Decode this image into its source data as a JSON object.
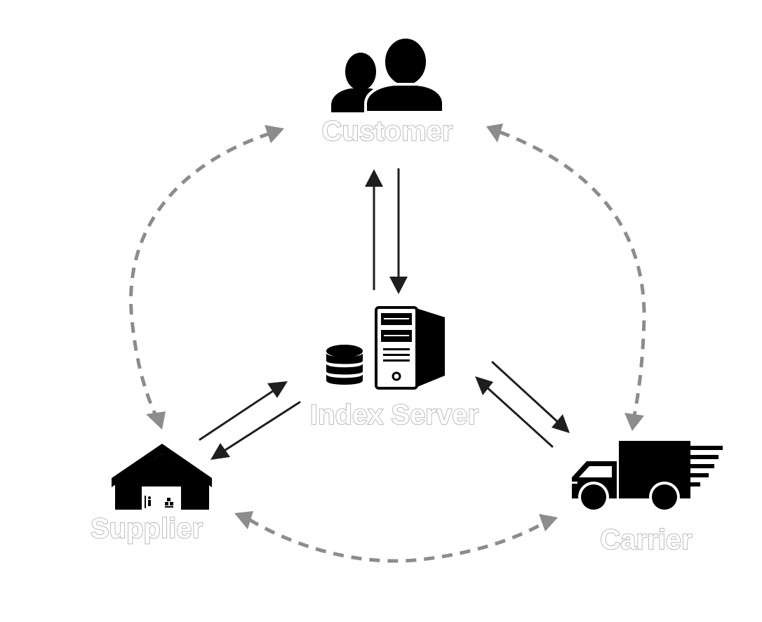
{
  "nodes": {
    "customer": {
      "label": "Customer",
      "icon": "users-icon"
    },
    "index_server": {
      "label": "Index Server",
      "icon": "server-database-icon"
    },
    "supplier": {
      "label": "Supplier",
      "icon": "warehouse-icon"
    },
    "carrier": {
      "label": "Carrier",
      "icon": "delivery-truck-icon"
    }
  },
  "edges": [
    {
      "from": "customer",
      "to": "index_server",
      "style": "solid",
      "direction": "two-way"
    },
    {
      "from": "supplier",
      "to": "index_server",
      "style": "solid",
      "direction": "two-way"
    },
    {
      "from": "carrier",
      "to": "index_server",
      "style": "solid",
      "direction": "two-way"
    },
    {
      "from": "customer",
      "to": "supplier",
      "style": "dashed",
      "direction": "two-way"
    },
    {
      "from": "customer",
      "to": "carrier",
      "style": "dashed",
      "direction": "two-way"
    },
    {
      "from": "supplier",
      "to": "carrier",
      "style": "dashed",
      "direction": "two-way"
    }
  ],
  "colors": {
    "icon": "#000000",
    "solid_arrow": "#1e1e1e",
    "dashed_arrow": "#8c8c8c",
    "label_fill": "#ffffff",
    "label_outline": "#a9a9a9"
  }
}
